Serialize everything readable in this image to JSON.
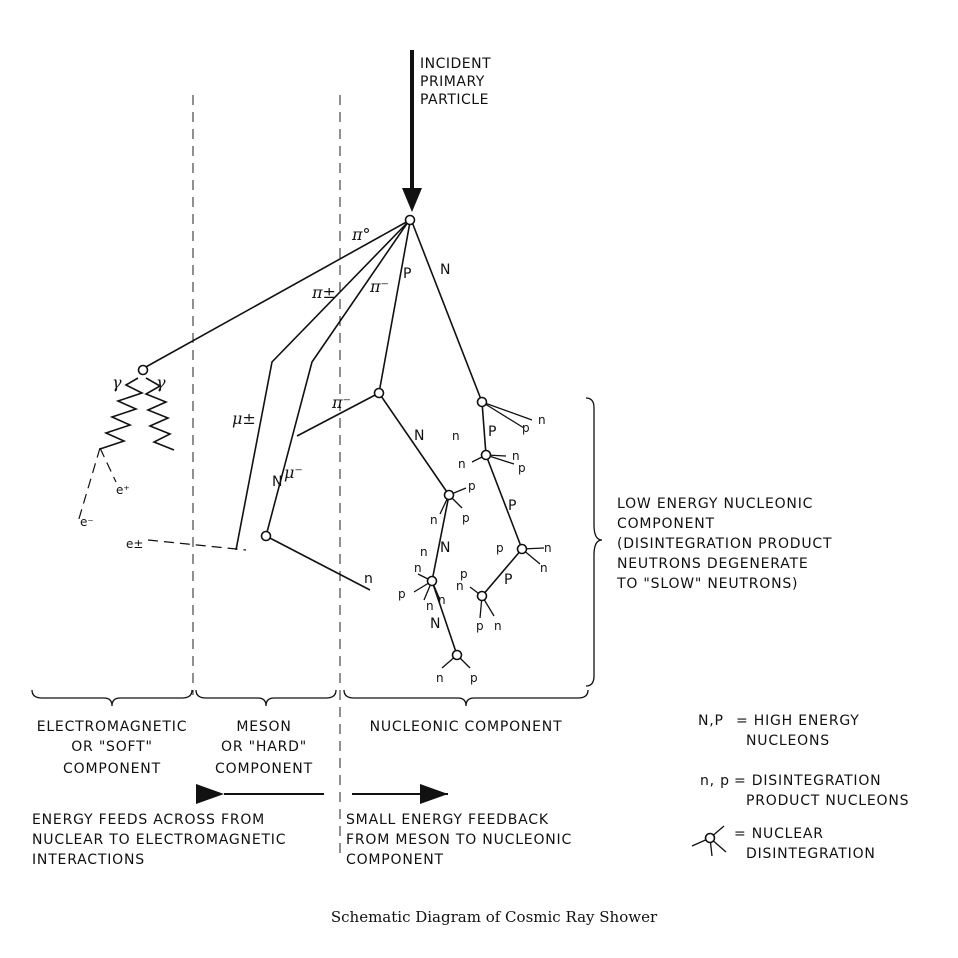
{
  "incident": [
    "INCIDENT",
    "PRIMARY",
    "PARTICLE"
  ],
  "particles": {
    "pi0": "π°",
    "pi_pm": "π±",
    "pi_minus": "π⁻",
    "P": "P",
    "N": "N",
    "gamma": "γ",
    "e_plus": "e⁺",
    "e_minus": "e⁻",
    "e_pm": "e±",
    "mu_pm": "μ±",
    "mu_minus": "μ⁻",
    "pi_minus2": "π⁻",
    "n": "n",
    "p": "p"
  },
  "low_energy": [
    "LOW ENERGY NUCLEONIC",
    "COMPONENT",
    "(DISINTEGRATION PRODUCT",
    "NEUTRONS DEGENERATE",
    "TO \"SLOW\" NEUTRONS)"
  ],
  "components": {
    "em": [
      "ELECTROMAGNETIC",
      "OR \"SOFT\"",
      "COMPONENT"
    ],
    "meson": [
      "MESON",
      "OR \"HARD\"",
      "COMPONENT"
    ],
    "nucleonic": "NUCLEONIC COMPONENT"
  },
  "legend": {
    "np_key": "N,P",
    "np_val": [
      "= HIGH ENERGY",
      "NUCLEONS"
    ],
    "np_small_key": "n, p",
    "np_small_val": [
      "= DISINTEGRATION",
      "PRODUCT NUCLEONS"
    ],
    "nd_val": [
      "= NUCLEAR",
      "DISINTEGRATION"
    ]
  },
  "feeds": {
    "left": [
      "ENERGY FEEDS ACROSS FROM",
      "NUCLEAR TO ELECTROMAGNETIC",
      "INTERACTIONS"
    ],
    "right": [
      "SMALL ENERGY FEEDBACK",
      "FROM MESON TO NUCLEONIC",
      "COMPONENT"
    ]
  },
  "caption": "Schematic Diagram of Cosmic Ray Shower"
}
